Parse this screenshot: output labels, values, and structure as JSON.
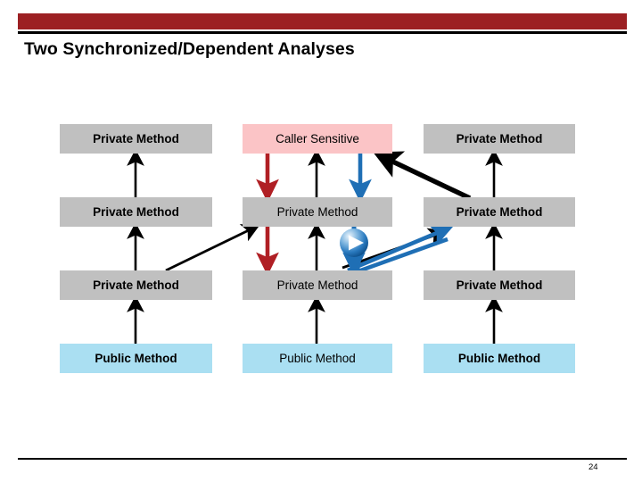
{
  "slide": {
    "title": "Two Synchronized/Dependent Analyses",
    "page_number": "24",
    "header_bar_color": "#9c2023",
    "header_rule_color": "#000000",
    "footer_rule_color": "#000000"
  },
  "palette": {
    "private_box": "#c0c0c0",
    "caller_sensitive_box": "#fbc4c6",
    "public_box": "#aadff2",
    "arrow_black": "#000000",
    "arrow_red": "#b01f24",
    "arrow_blue": "#1f6fb5",
    "sphere_blue": "#1f6fb5"
  },
  "diagram": {
    "columns": [
      {
        "name": "column-left",
        "nodes": [
          {
            "label": "Private Method",
            "kind": "private",
            "style": "bold"
          },
          {
            "label": "Private Method",
            "kind": "private",
            "style": "bold"
          },
          {
            "label": "Private Method",
            "kind": "private",
            "style": "bold"
          },
          {
            "label": "Public Method",
            "kind": "public",
            "style": "bold"
          }
        ]
      },
      {
        "name": "column-middle",
        "nodes": [
          {
            "label": "Caller Sensitive",
            "kind": "caller-sensitive",
            "style": "normal"
          },
          {
            "label": "Private Method",
            "kind": "private",
            "style": "normal"
          },
          {
            "label": "Private Method",
            "kind": "private",
            "style": "normal"
          },
          {
            "label": "Public Method",
            "kind": "public",
            "style": "normal"
          }
        ]
      },
      {
        "name": "column-right",
        "nodes": [
          {
            "label": "Private Method",
            "kind": "private",
            "style": "bold"
          },
          {
            "label": "Private Method",
            "kind": "private",
            "style": "bold"
          },
          {
            "label": "Private Method",
            "kind": "private",
            "style": "bold"
          },
          {
            "label": "Public Method",
            "kind": "public",
            "style": "bold"
          }
        ]
      }
    ],
    "edges": [
      {
        "name": "edge-left-r4-to-r3",
        "color": "#000000",
        "direction": "up",
        "style": "thin"
      },
      {
        "name": "edge-left-r3-to-r2",
        "color": "#000000",
        "direction": "up",
        "style": "thin"
      },
      {
        "name": "edge-left-r2-to-r1",
        "color": "#000000",
        "direction": "up",
        "style": "thin"
      },
      {
        "name": "edge-left-r3-to-mid-r2-diagonal",
        "color": "#000000",
        "direction": "up-right",
        "style": "thin"
      },
      {
        "name": "edge-mid-r4-to-r3",
        "color": "#000000",
        "direction": "up",
        "style": "thin"
      },
      {
        "name": "edge-mid-r3-to-r2",
        "color": "#000000",
        "direction": "up",
        "style": "thin"
      },
      {
        "name": "edge-mid-r2-to-r1",
        "color": "#000000",
        "direction": "up",
        "style": "thin"
      },
      {
        "name": "edge-mid-r1-to-r2-red",
        "color": "#b01f24",
        "direction": "down",
        "style": "thick"
      },
      {
        "name": "edge-mid-r2-to-r3-red",
        "color": "#b01f24",
        "direction": "down",
        "style": "thick"
      },
      {
        "name": "edge-mid-r1-to-r2-blue",
        "color": "#1f6fb5",
        "direction": "down",
        "style": "thick"
      },
      {
        "name": "edge-mid-sphere-to-r3-blue",
        "color": "#1f6fb5",
        "direction": "down",
        "style": "thick"
      },
      {
        "name": "edge-right-r4-to-r3",
        "color": "#000000",
        "direction": "up",
        "style": "thin"
      },
      {
        "name": "edge-right-r3-to-r2",
        "color": "#000000",
        "direction": "up",
        "style": "thin"
      },
      {
        "name": "edge-right-r2-to-r1",
        "color": "#000000",
        "direction": "up",
        "style": "thin"
      },
      {
        "name": "edge-right-r2-to-caller-sensitive",
        "color": "#000000",
        "direction": "up-left",
        "style": "thick"
      },
      {
        "name": "edge-mid-r3-to-right-r2-black",
        "color": "#000000",
        "direction": "up-right",
        "style": "thin"
      },
      {
        "name": "edge-mid-r3-to-right-r2-blue",
        "color": "#1f6fb5",
        "direction": "up-right",
        "style": "thick"
      },
      {
        "name": "edge-right-r2-to-mid-r3-blue",
        "color": "#1f6fb5",
        "direction": "down-left",
        "style": "thick"
      }
    ],
    "icons": [
      {
        "name": "play-sphere-icon",
        "label": "play-sphere"
      }
    ]
  }
}
